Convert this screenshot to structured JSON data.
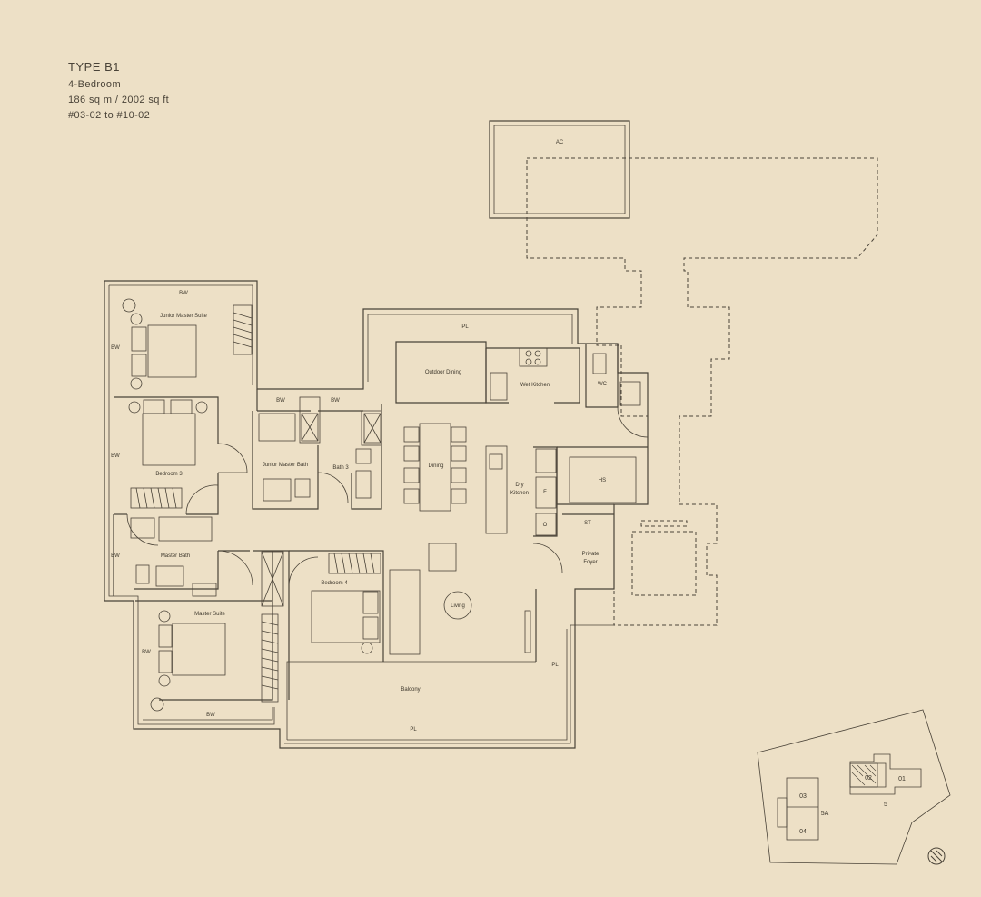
{
  "unit": {
    "type": "TYPE B1",
    "bedrooms": "4-Bedroom",
    "area": "186 sq m / 2002 sq ft",
    "units": "#03-02 to #10-02"
  },
  "rooms": {
    "ac": "AC",
    "pl_top": "PL",
    "bw_top": "BW",
    "junior_master_suite": "Junior Master Suite",
    "bw_left1": "BW",
    "bw_left2": "BW",
    "bw_left3": "BW",
    "bedroom3": "Bedroom 3",
    "junior_master_bath": "Junior Master Bath",
    "bath3": "Bath 3",
    "bw_mid1": "BW",
    "bw_mid2": "BW",
    "outdoor_dining": "Outdoor Dining",
    "wet_kitchen": "Wet Kitchen",
    "wc": "WC",
    "dining": "Dining",
    "dry_kitchen_1": "Dry",
    "dry_kitchen_2": "Kitchen",
    "hs": "HS",
    "fridge": "F",
    "oven": "O",
    "st": "ST",
    "private_foyer_1": "Private",
    "private_foyer_2": "Foyer",
    "master_bath": "Master Bath",
    "bedroom4": "Bedroom 4",
    "living": "Living",
    "master_suite": "Master Suite",
    "bw_ms": "BW",
    "bw_bottom": "BW",
    "balcony": "Balcony",
    "pl_right": "PL",
    "pl_bottom": "PL"
  },
  "key_plan": {
    "u01": "01",
    "u02": "02",
    "u03": "03",
    "u04": "04",
    "block5": "5",
    "block5a": "5A"
  }
}
